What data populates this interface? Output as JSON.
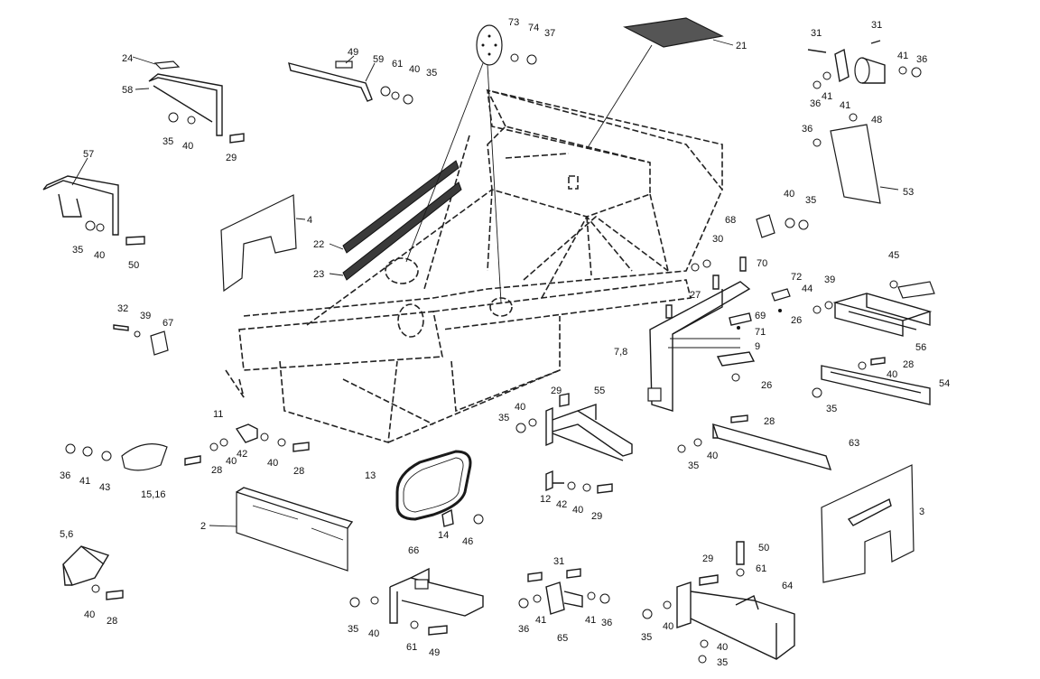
{
  "callouts": [
    {
      "id": "24",
      "text": "24"
    },
    {
      "id": "58",
      "text": "58"
    },
    {
      "id": "35a",
      "text": "35"
    },
    {
      "id": "40a",
      "text": "40"
    },
    {
      "id": "29a",
      "text": "29"
    },
    {
      "id": "57",
      "text": "57"
    },
    {
      "id": "35b",
      "text": "35"
    },
    {
      "id": "40b",
      "text": "40"
    },
    {
      "id": "50a",
      "text": "50"
    },
    {
      "id": "4",
      "text": "4"
    },
    {
      "id": "49a",
      "text": "49"
    },
    {
      "id": "59",
      "text": "59"
    },
    {
      "id": "61a",
      "text": "61"
    },
    {
      "id": "40c",
      "text": "40"
    },
    {
      "id": "35c",
      "text": "35"
    },
    {
      "id": "22",
      "text": "22"
    },
    {
      "id": "23",
      "text": "23"
    },
    {
      "id": "73",
      "text": "73"
    },
    {
      "id": "74",
      "text": "74"
    },
    {
      "id": "37",
      "text": "37"
    },
    {
      "id": "21",
      "text": "21"
    },
    {
      "id": "31a",
      "text": "31"
    },
    {
      "id": "31b",
      "text": "31"
    },
    {
      "id": "41a",
      "text": "41"
    },
    {
      "id": "36a",
      "text": "36"
    },
    {
      "id": "36b",
      "text": "36"
    },
    {
      "id": "41b",
      "text": "41"
    },
    {
      "id": "41c",
      "text": "41"
    },
    {
      "id": "48",
      "text": "48"
    },
    {
      "id": "36c",
      "text": "36"
    },
    {
      "id": "53",
      "text": "53"
    },
    {
      "id": "40d",
      "text": "40"
    },
    {
      "id": "35d",
      "text": "35"
    },
    {
      "id": "68",
      "text": "68"
    },
    {
      "id": "30",
      "text": "30"
    },
    {
      "id": "70",
      "text": "70"
    },
    {
      "id": "27",
      "text": "27"
    },
    {
      "id": "72",
      "text": "72"
    },
    {
      "id": "69",
      "text": "69"
    },
    {
      "id": "26a",
      "text": "26"
    },
    {
      "id": "71",
      "text": "71"
    },
    {
      "id": "9",
      "text": "9"
    },
    {
      "id": "78",
      "text": "7,8"
    },
    {
      "id": "26b",
      "text": "26"
    },
    {
      "id": "45",
      "text": "45"
    },
    {
      "id": "44",
      "text": "44"
    },
    {
      "id": "39a",
      "text": "39"
    },
    {
      "id": "56",
      "text": "56"
    },
    {
      "id": "28a",
      "text": "28"
    },
    {
      "id": "40e",
      "text": "40"
    },
    {
      "id": "54",
      "text": "54"
    },
    {
      "id": "35e",
      "text": "35"
    },
    {
      "id": "32",
      "text": "32"
    },
    {
      "id": "39b",
      "text": "39"
    },
    {
      "id": "67",
      "text": "67"
    },
    {
      "id": "11",
      "text": "11"
    },
    {
      "id": "42a",
      "text": "42"
    },
    {
      "id": "28b",
      "text": "28"
    },
    {
      "id": "40f",
      "text": "40"
    },
    {
      "id": "40g",
      "text": "40"
    },
    {
      "id": "28c",
      "text": "28"
    },
    {
      "id": "36d",
      "text": "36"
    },
    {
      "id": "41d",
      "text": "41"
    },
    {
      "id": "43",
      "text": "43"
    },
    {
      "id": "1516",
      "text": "15,16"
    },
    {
      "id": "29b",
      "text": "29"
    },
    {
      "id": "55",
      "text": "55"
    },
    {
      "id": "40h",
      "text": "40"
    },
    {
      "id": "35f",
      "text": "35"
    },
    {
      "id": "28d",
      "text": "28"
    },
    {
      "id": "63",
      "text": "63"
    },
    {
      "id": "40i",
      "text": "40"
    },
    {
      "id": "35g",
      "text": "35"
    },
    {
      "id": "13",
      "text": "13"
    },
    {
      "id": "12",
      "text": "12"
    },
    {
      "id": "42b",
      "text": "42"
    },
    {
      "id": "40j",
      "text": "40"
    },
    {
      "id": "29c",
      "text": "29"
    },
    {
      "id": "14",
      "text": "14"
    },
    {
      "id": "46",
      "text": "46"
    },
    {
      "id": "2",
      "text": "2"
    },
    {
      "id": "3",
      "text": "3"
    },
    {
      "id": "56b",
      "text": "5,6"
    },
    {
      "id": "40k",
      "text": "40"
    },
    {
      "id": "28e",
      "text": "28"
    },
    {
      "id": "66",
      "text": "66"
    },
    {
      "id": "35h",
      "text": "35"
    },
    {
      "id": "40l",
      "text": "40"
    },
    {
      "id": "61b",
      "text": "61"
    },
    {
      "id": "49b",
      "text": "49"
    },
    {
      "id": "31c",
      "text": "31"
    },
    {
      "id": "36e",
      "text": "36"
    },
    {
      "id": "41e",
      "text": "41"
    },
    {
      "id": "65",
      "text": "65"
    },
    {
      "id": "41f",
      "text": "41"
    },
    {
      "id": "36f",
      "text": "36"
    },
    {
      "id": "29d",
      "text": "29"
    },
    {
      "id": "50b",
      "text": "50"
    },
    {
      "id": "61c",
      "text": "61"
    },
    {
      "id": "64",
      "text": "64"
    },
    {
      "id": "35i",
      "text": "35"
    },
    {
      "id": "40m",
      "text": "40"
    },
    {
      "id": "40n",
      "text": "40"
    },
    {
      "id": "35j",
      "text": "35"
    }
  ]
}
